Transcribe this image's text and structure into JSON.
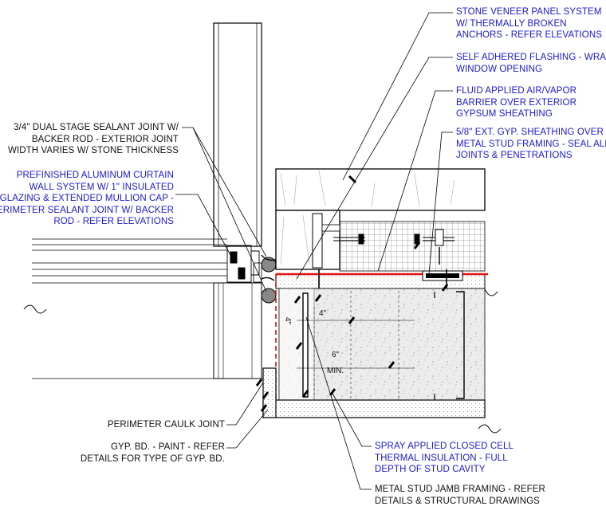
{
  "colors": {
    "blue_note": "#1a1ad8",
    "black_note": "#111111",
    "flashing": "#e01010",
    "linework": "#000000",
    "insulation_fill": "#e8e8e8",
    "stone_fill": "#ffffff"
  },
  "notes": {
    "stone_veneer": [
      "STONE VENEER PANEL SYSTEM",
      "W/ THERMALLY BROKEN",
      "ANCHORS - REFER ELEVATIONS"
    ],
    "self_adhered_flashing": [
      "SELF ADHERED FLASHING - WRAP",
      "WINDOW OPENING"
    ],
    "fluid_applied_barrier": [
      "FLUID APPLIED AIR/VAPOR",
      "BARRIER OVER EXTERIOR",
      "GYPSUM SHEATHING"
    ],
    "ext_gyp_sheathing": [
      "5/8\" EXT. GYP. SHEATHING OVER",
      "METAL STUD FRAMING - SEAL ALL",
      "JOINTS & PENETRATIONS"
    ],
    "sealant_joint": [
      "3/4\" DUAL STAGE SEALANT JOINT W/",
      "BACKER ROD - EXTERIOR JOINT",
      "WIDTH VARIES W/ STONE THICKNESS"
    ],
    "curtain_wall": [
      "PREFINISHED ALUMINUM CURTAIN",
      "WALL SYSTEM W/ 1\" INSULATED",
      "GLAZING &  EXTENDED MULLION CAP -",
      "PERIMETER SEALANT JOINT W/ BACKER",
      "ROD - REFER ELEVATIONS"
    ],
    "perimeter_caulk": [
      "PERIMETER CAULK JOINT"
    ],
    "gyp_bd": [
      "GYP. BD. - PAINT  - REFER",
      "DETAILS FOR TYPE OF GYP. BD."
    ],
    "spray_insulation": [
      "SPRAY APPLIED CLOSED CELL",
      "THERMAL INSULATION - FULL",
      "DEPTH OF STUD CAVITY"
    ],
    "metal_stud": [
      "METAL STUD JAMB FRAMING - REFER",
      "DETAILS & STRUCTURAL DRAWINGS"
    ]
  },
  "dimensions": {
    "dim_4_vertical": "4\"",
    "dim_4_horizontal": "4\"",
    "dim_6": "6\"",
    "dim_min": "MIN."
  }
}
